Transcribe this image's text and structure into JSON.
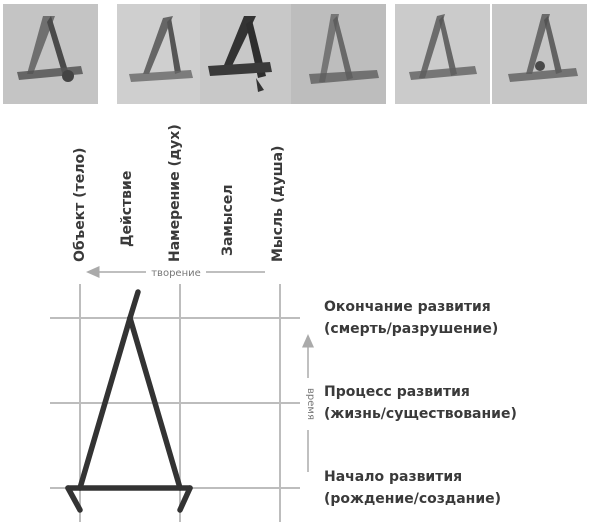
{
  "columns": [
    {
      "label": "Объект (тело)"
    },
    {
      "label": "Действие"
    },
    {
      "label": "Намерение (дух)"
    },
    {
      "label": "Замысел"
    },
    {
      "label": "Мысль (душа)"
    }
  ],
  "creation_label": "творение",
  "time_label": "время",
  "rows": [
    {
      "line1": "Окончание развития",
      "line2": "(смерть/разрушение)"
    },
    {
      "line1": "Процесс развития",
      "line2": "(жизнь/существование)"
    },
    {
      "line1": "Начало развития",
      "line2": "(рождение/создание)"
    }
  ],
  "colors": {
    "grid": "#bdbdbd",
    "glyph": "#333333",
    "arrow": "#aaaaaa"
  }
}
